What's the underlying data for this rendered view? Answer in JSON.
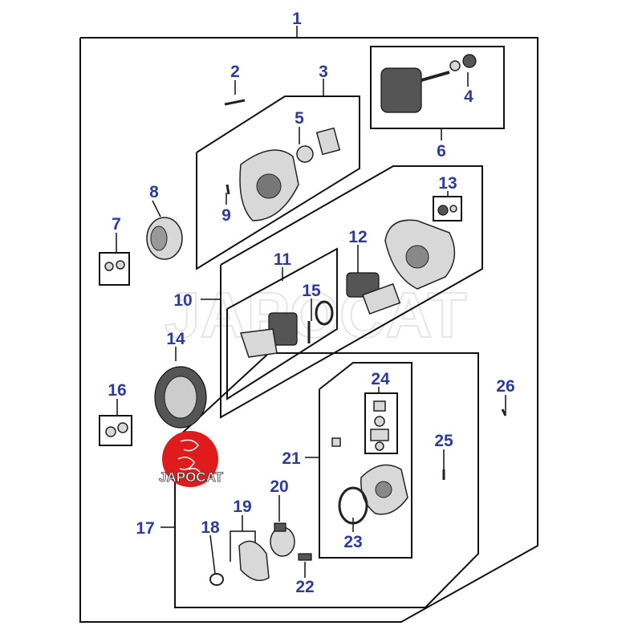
{
  "diagram": {
    "watermark": "JAPOCAT",
    "logo": {
      "text": "JAPOCAT",
      "color": "#e01b1b"
    },
    "label_color": "#2e3a9e",
    "callouts": [
      "1",
      "2",
      "3",
      "4",
      "5",
      "6",
      "7",
      "8",
      "9",
      "10",
      "11",
      "12",
      "13",
      "14",
      "15",
      "16",
      "17",
      "18",
      "19",
      "20",
      "21",
      "22",
      "23",
      "24",
      "25",
      "26"
    ]
  }
}
